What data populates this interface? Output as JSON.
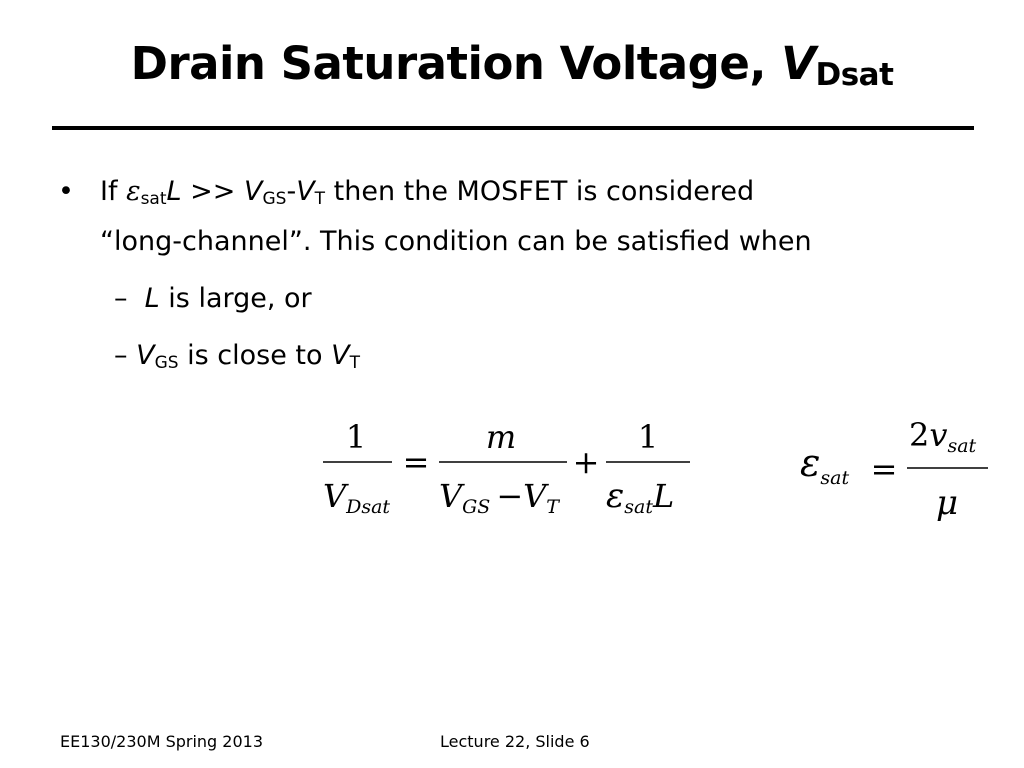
{
  "title": {
    "main": "Drain Saturation Voltage, ",
    "var": "V",
    "sub": "Dsat"
  },
  "bullet": {
    "marker": "•",
    "if": "If ",
    "eps": "ε",
    "eps_sub": "sat",
    "L": "L",
    "gt": " >> ",
    "V1": "V",
    "GS": "GS",
    "dash": "-",
    "V2": "V",
    "T": "T",
    "rest1": " then the MOSFET is considered",
    "line2": "“long-channel”.  This condition can be satisfied when",
    "subitems": {
      "s1_dash": "–",
      "s1_var": "L",
      "s1_text": " is large, or",
      "s2_dash": "–",
      "s2_var": "V",
      "s2_sub": "GS",
      "s2_text": " is close to ",
      "s2_var2": "V",
      "s2_sub2": "T"
    }
  },
  "equations": {
    "eq1": {
      "lhs_num": "1",
      "lhs_den_var": "V",
      "lhs_den_sub": "Dsat",
      "equals": "=",
      "t1_num": "m",
      "t1_den_var1": "V",
      "t1_den_sub1": "GS",
      "t1_den_minus": "−",
      "t1_den_var2": "V",
      "t1_den_sub2": "T",
      "plus": "+",
      "t2_num": "1",
      "t2_den_eps": "ε",
      "t2_den_sub": "sat",
      "t2_den_L": "L"
    },
    "eq2": {
      "lhs_eps": "ε",
      "lhs_sub": "sat",
      "equals": "=",
      "num_coef": "2",
      "num_var": "v",
      "num_sub": "sat",
      "den": "μ"
    }
  },
  "footer": {
    "left": "EE130/230M Spring 2013",
    "right": "Lecture 22, Slide 6"
  }
}
